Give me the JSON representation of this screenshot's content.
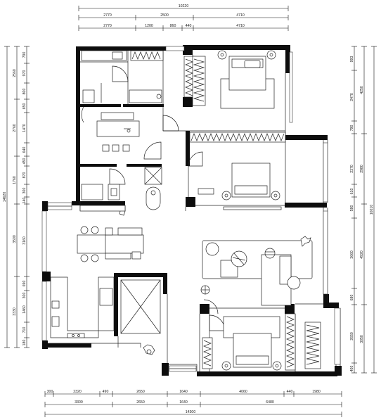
{
  "dimensions": {
    "top": {
      "row1": [
        "10220"
      ],
      "row2": [
        "2770",
        "2500",
        "4710"
      ],
      "row3": [
        "2770",
        "1200",
        "860",
        "440",
        "4710"
      ]
    },
    "bottom": {
      "row1": [
        "300",
        "2320",
        "490",
        "2650",
        "1640",
        "4060",
        "440",
        "1980"
      ],
      "row2": [
        "3300",
        "2650",
        "1640",
        "6480"
      ],
      "row3": [
        "14300"
      ]
    },
    "left": {
      "outer": [
        "14620"
      ],
      "middle": [
        "2560",
        "2760",
        "1760",
        "3500",
        "3330"
      ],
      "inner": [
        "790",
        "970",
        "800",
        "650",
        "1470",
        "640",
        "450",
        "870",
        "300",
        "140",
        "3160",
        "690",
        "300",
        "1460",
        "710",
        "180"
      ]
    },
    "right": {
      "outer": [
        "16010"
      ],
      "middle": [
        "4250",
        "2980",
        "4920",
        "3050"
      ],
      "inner": [
        "993",
        "2470",
        "790",
        "2370",
        "610",
        "580",
        "3660",
        "680",
        "2650",
        "400"
      ]
    }
  },
  "colors": {
    "wall": "#0d0d0d",
    "line": "#222222",
    "background": "#ffffff"
  }
}
